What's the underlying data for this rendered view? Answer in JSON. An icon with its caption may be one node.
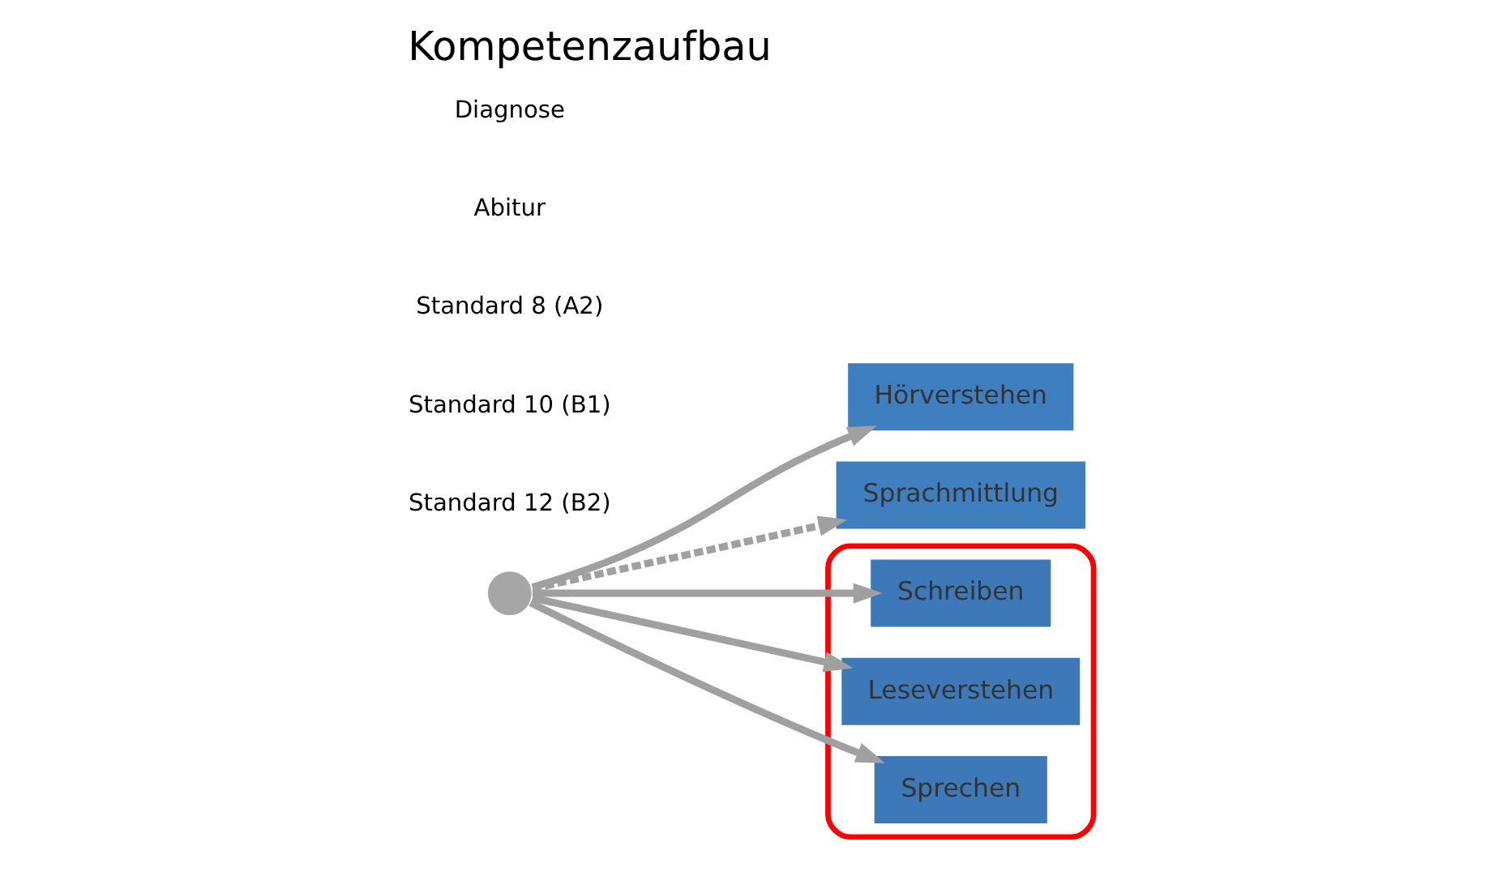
{
  "diagram": {
    "title": "Kompetenzaufbau",
    "nodes": [
      {
        "text": [],
        "shape": "circle"
      },
      {
        "text": [
          "Hörverstehen"
        ]
      },
      {
        "text": [
          "Sprachmittlung"
        ]
      },
      {
        "text": [],
        "shape": "ellipse"
      },
      {
        "text": [
          "Schreiben"
        ],
        "in": 3
      },
      {
        "text": [
          "Leseverstehen"
        ],
        "in": 3
      },
      {
        "text": [
          "Sprechen"
        ],
        "in": 3
      }
    ],
    "edges": [
      {
        "from": 0,
        "to": 1,
        "arrow": "to"
      },
      {
        "from": 0,
        "to": 2,
        "arrow": "to",
        "style": "dashed"
      },
      {
        "from": 0,
        "to": 4,
        "arrow": "to"
      },
      {
        "from": 0,
        "to": 5,
        "arrow": "to"
      },
      {
        "from": 0,
        "to": 6,
        "arrow": "to"
      }
    ],
    "labels": [
      "Diagnose",
      "Abitur",
      "Standard 8 (A2)",
      "Standard 10 (B1)",
      "Standard 12 (B2)"
    ]
  }
}
